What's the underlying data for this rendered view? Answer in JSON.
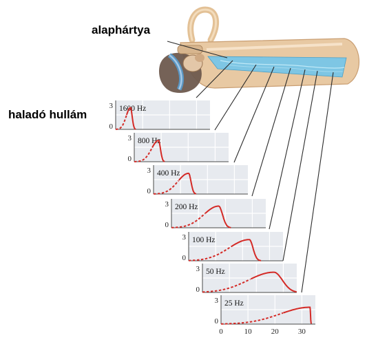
{
  "labels": {
    "basilar_membrane": "alaphártya",
    "traveling_wave": "haladó hullám"
  },
  "y_ticks": [
    "3",
    "0"
  ],
  "x_ticks": [
    "0",
    "10",
    "20",
    "30"
  ],
  "colors": {
    "panel_bg": "#e7eaef",
    "grid": "#ffffff",
    "curve": "#d42a26",
    "membrane": "#7ec6e4",
    "bone": "#e8c9a3"
  },
  "panels": [
    {
      "label": "1600 Hz",
      "peak": 5.5,
      "width": 1.6,
      "sharp": 2.6,
      "height": 2.25
    },
    {
      "label": "800 Hz",
      "peak": 9.0,
      "width": 2.6,
      "sharp": 3.6,
      "height": 2.2
    },
    {
      "label": "400 Hz",
      "peak": 13.0,
      "width": 4.0,
      "sharp": 4.5,
      "height": 2.15
    },
    {
      "label": "200 Hz",
      "peak": 17.5,
      "width": 5.5,
      "sharp": 3.8,
      "height": 2.25
    },
    {
      "label": "100 Hz",
      "peak": 22.5,
      "width": 7.5,
      "sharp": 5.5,
      "height": 2.2
    },
    {
      "label": "50 Hz",
      "peak": 26.5,
      "width": 9.5,
      "sharp": 3.0,
      "height": 2.1
    },
    {
      "label": "25 Hz",
      "peak": 33.0,
      "width": 11.0,
      "sharp": 60,
      "height": 1.75
    }
  ]
}
